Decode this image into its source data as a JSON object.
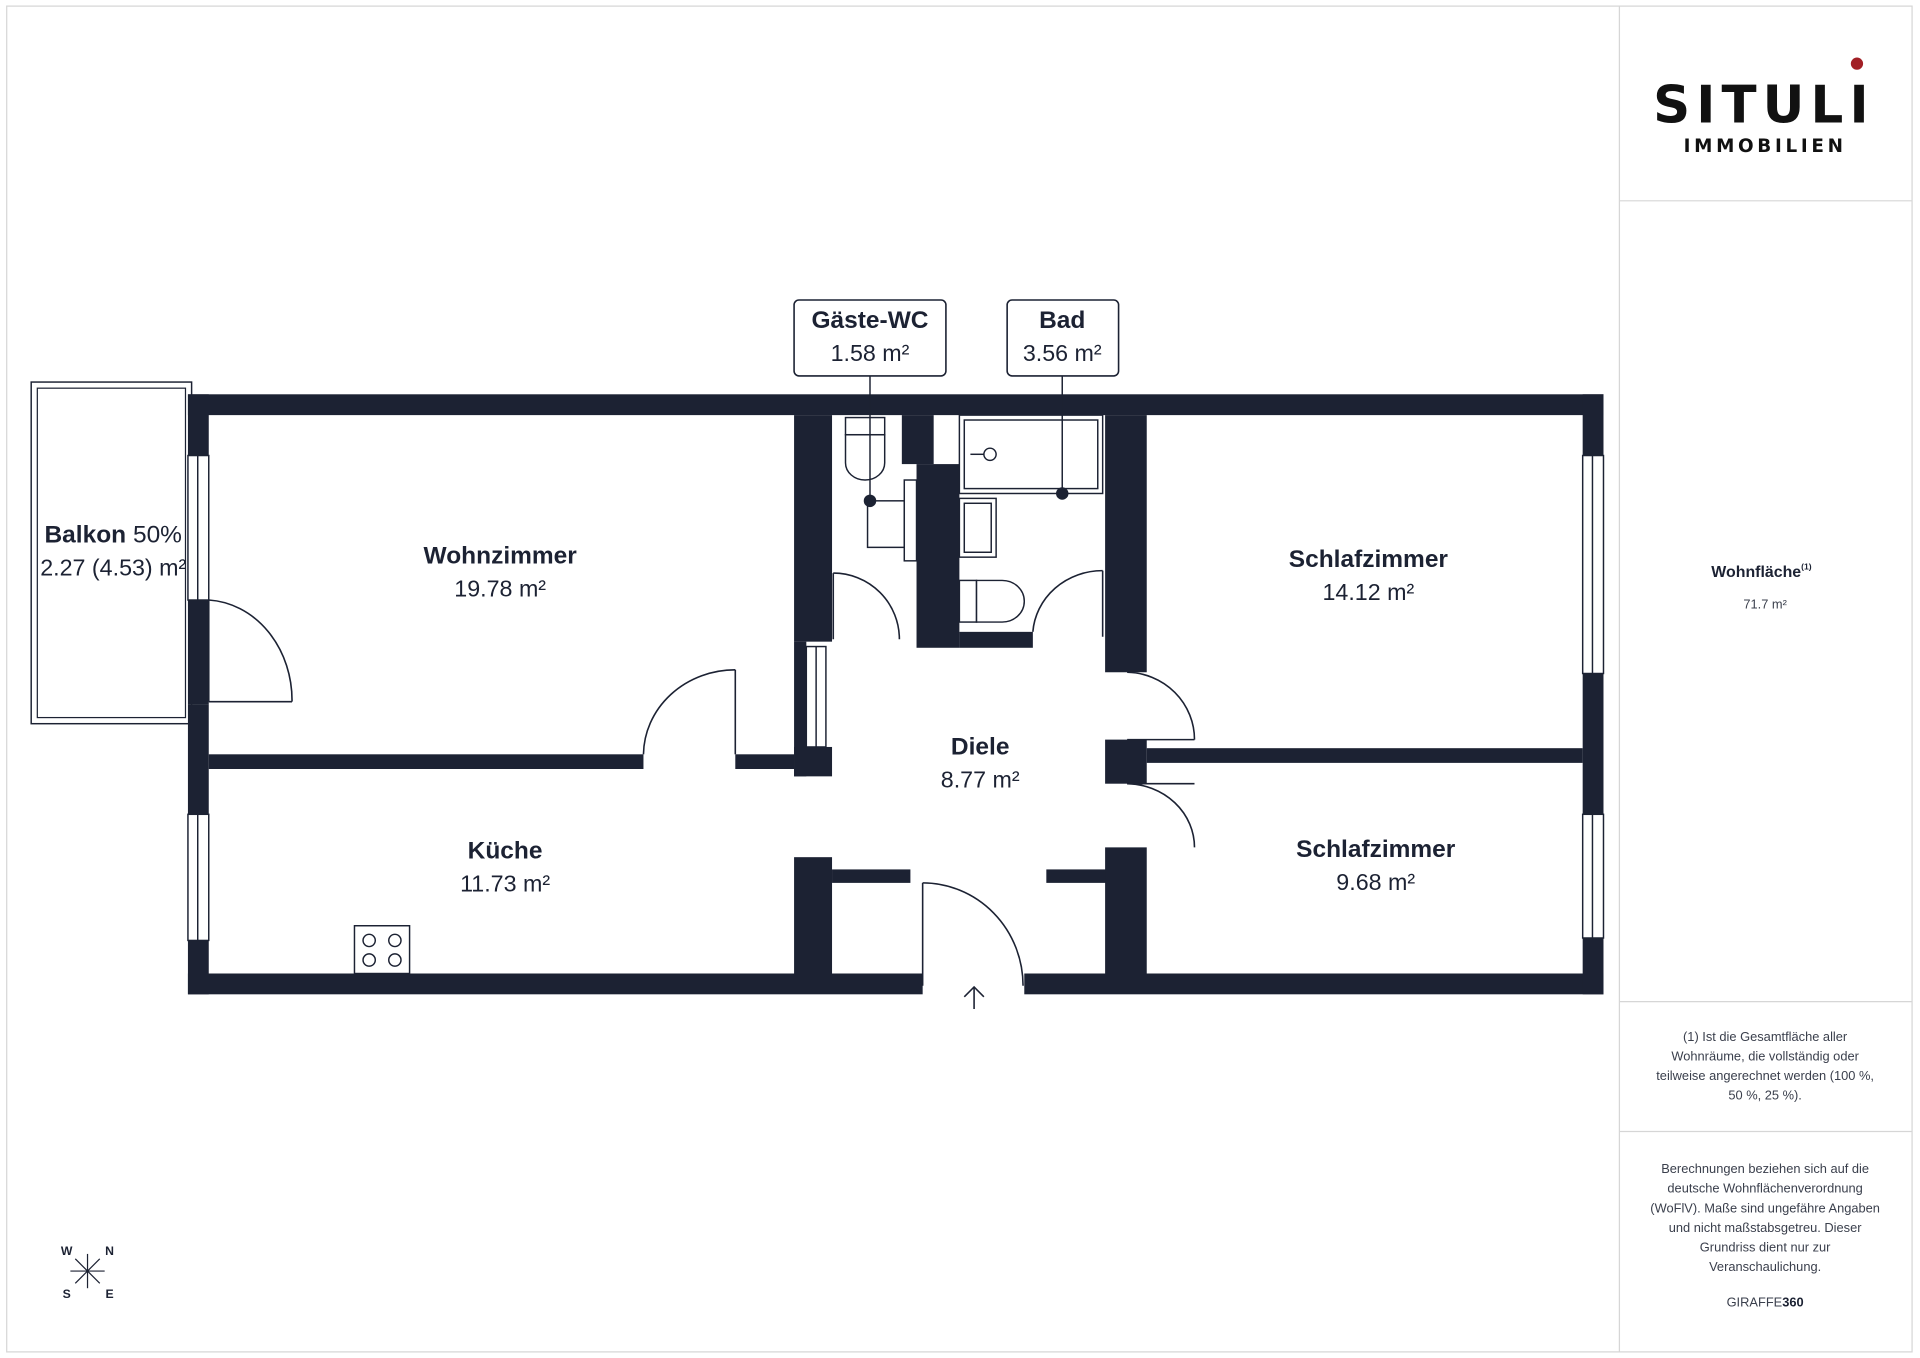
{
  "brand": {
    "name": "SITULI",
    "subtitle": "IMMOBILIEN",
    "accent_color": "#a21f25"
  },
  "rooms": [
    {
      "key": "balkon",
      "name": "Balkon",
      "name_suffix": " 50%",
      "area": "2.27 (4.53) m²"
    },
    {
      "key": "wohnzimmer",
      "name": "Wohnzimmer",
      "area": "19.78 m²"
    },
    {
      "key": "gaeste_wc",
      "name": "Gäste-WC",
      "area": "1.58 m²"
    },
    {
      "key": "bad",
      "name": "Bad",
      "area": "3.56 m²"
    },
    {
      "key": "schlafzimmer1",
      "name": "Schlafzimmer",
      "area": "14.12 m²"
    },
    {
      "key": "diele",
      "name": "Diele",
      "area": "8.77 m²"
    },
    {
      "key": "kueche",
      "name": "Küche",
      "area": "11.73 m²"
    },
    {
      "key": "schlafzimmer2",
      "name": "Schlafzimmer",
      "area": "9.68 m²"
    }
  ],
  "sidebar": {
    "wohnflaeche_label": "Wohnfläche",
    "wohnflaeche_sup": "(1)",
    "wohnflaeche_value": "71.7 m²",
    "footnote_lines": [
      "(1) Ist die Gesamtfläche aller",
      "Wohnräume, die vollständig oder",
      "teilweise angerechnet werden (100 %,",
      "50 %, 25 %)."
    ],
    "disclaimer_lines": [
      "Berechnungen beziehen sich auf die",
      "deutsche Wohnflächenverordnung",
      "(WoFlV). Maße sind ungefähre Angaben",
      "und nicht maßstabsgetreu. Dieser",
      "Grundriss dient nur zur",
      "Veranschaulichung."
    ],
    "credit_prefix": "GIRAFFE",
    "credit_suffix": "360"
  },
  "compass": {
    "w": "W",
    "n": "N",
    "s": "S",
    "e": "E"
  },
  "colors": {
    "wall": "#1c2233",
    "line": "#1c2233",
    "border": "#d6d6d6"
  },
  "icons": [
    "entrance-arrow-icon",
    "compass-icon",
    "stove-icon",
    "toilet-icon",
    "sink-icon",
    "bathtub-icon"
  ]
}
